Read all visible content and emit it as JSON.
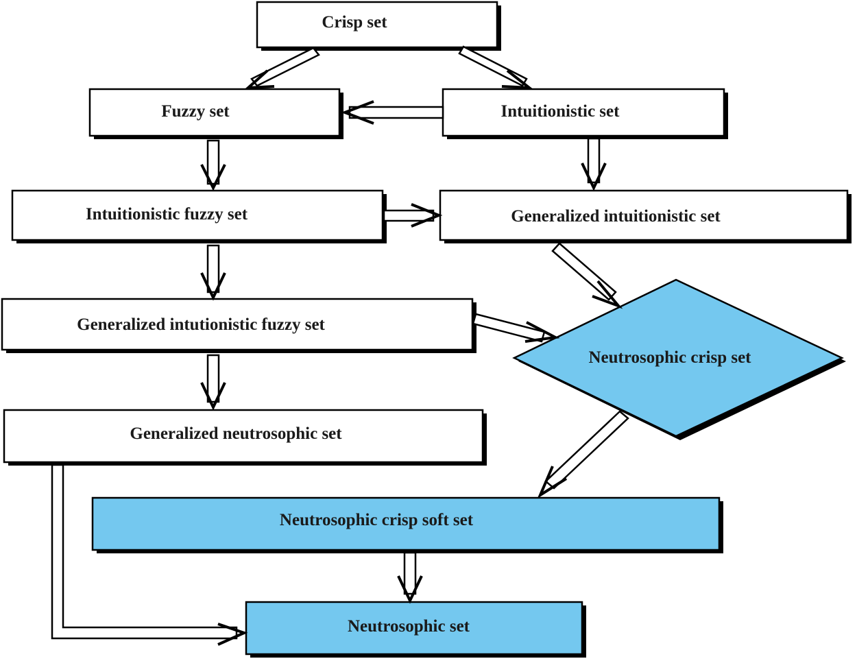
{
  "nodes": {
    "crisp_set": {
      "label": "Crisp set",
      "fill": "#ffffff"
    },
    "fuzzy_set": {
      "label": "Fuzzy set",
      "fill": "#ffffff"
    },
    "intuitionistic_set": {
      "label": "Intuitionistic set",
      "fill": "#ffffff"
    },
    "intuitionistic_fuzzy_set": {
      "label": "Intuitionistic fuzzy set",
      "fill": "#ffffff"
    },
    "generalized_intuitionistic_set": {
      "label": "Generalized intuitionistic set",
      "fill": "#ffffff"
    },
    "generalized_intutionistic_fuzzy_set": {
      "label": "Generalized intutionistic fuzzy set",
      "fill": "#ffffff"
    },
    "neutrosophic_crisp_set": {
      "label": "Neutrosophic crisp set",
      "fill": "#74c8ef",
      "shape": "diamond"
    },
    "generalized_neutrosophic_set": {
      "label": "Generalized neutrosophic set",
      "fill": "#ffffff"
    },
    "neutrosophic_crisp_soft_set": {
      "label": "Neutrosophic crisp soft set",
      "fill": "#74c8ef"
    },
    "neutrosophic_set": {
      "label": "Neutrosophic set",
      "fill": "#74c8ef"
    }
  },
  "edges": [
    {
      "from": "Crisp set",
      "to": "Fuzzy set"
    },
    {
      "from": "Crisp set",
      "to": "Intuitionistic set"
    },
    {
      "from": "Intuitionistic set",
      "to": "Fuzzy set"
    },
    {
      "from": "Fuzzy set",
      "to": "Intuitionistic fuzzy set"
    },
    {
      "from": "Intuitionistic set",
      "to": "Generalized intuitionistic set"
    },
    {
      "from": "Intuitionistic fuzzy set",
      "to": "Generalized intuitionistic set"
    },
    {
      "from": "Intuitionistic fuzzy set",
      "to": "Generalized intutionistic fuzzy set"
    },
    {
      "from": "Generalized intuitionistic set",
      "to": "Neutrosophic crisp set"
    },
    {
      "from": "Generalized intutionistic fuzzy set",
      "to": "Neutrosophic crisp set"
    },
    {
      "from": "Generalized intutionistic fuzzy set",
      "to": "Generalized neutrosophic set"
    },
    {
      "from": "Neutrosophic crisp set",
      "to": "Neutrosophic crisp soft set"
    },
    {
      "from": "Neutrosophic crisp soft set",
      "to": "Neutrosophic set"
    },
    {
      "from": "Generalized neutrosophic set",
      "to": "Neutrosophic set"
    }
  ],
  "colors": {
    "node_white": "#ffffff",
    "node_blue": "#74c8ef",
    "stroke": "#000000"
  }
}
